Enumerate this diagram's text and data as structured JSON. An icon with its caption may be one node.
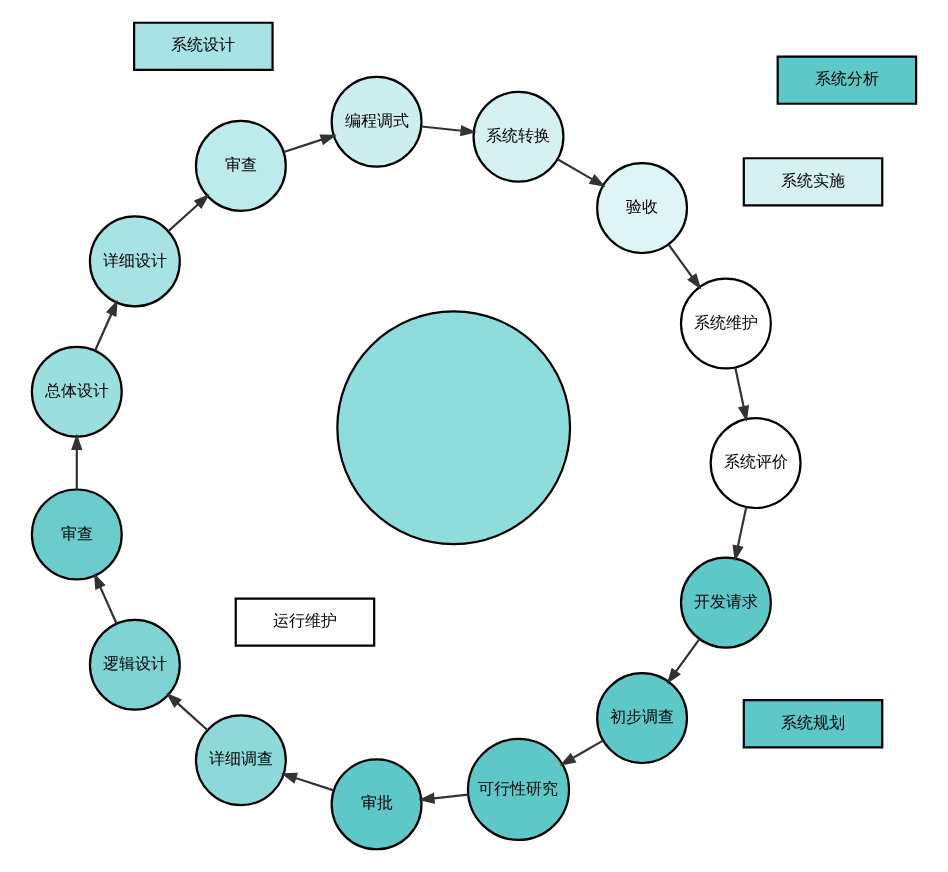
{
  "diagram": {
    "nodes": [
      {
        "text": [
          "开发请求"
        ]
      },
      {
        "text": [
          "初步调查"
        ]
      },
      {
        "text": [
          "可行性研究"
        ]
      },
      {
        "text": [
          "审批"
        ]
      },
      {
        "text": [
          "详细调查"
        ]
      },
      {
        "text": [
          "逻辑设计"
        ]
      },
      {
        "text": [
          "审查"
        ]
      },
      {
        "text": [
          "总体设计"
        ]
      },
      {
        "text": [
          "详细设计"
        ]
      },
      {
        "text": [
          "审查"
        ]
      },
      {
        "text": [
          "编程调式"
        ]
      },
      {
        "text": [
          "系统转换"
        ]
      },
      {
        "text": [
          "验收"
        ]
      },
      {
        "text": [
          "系统维护"
        ]
      },
      {
        "text": [
          "系统评价"
        ]
      },
      {
        "text": [],
        "shape": "circle"
      },
      {
        "text": [
          "运行维护"
        ]
      },
      {
        "text": [
          "系统规划"
        ]
      },
      {
        "text": [
          "系统实施"
        ]
      },
      {
        "text": [
          "系统分析"
        ]
      },
      {
        "text": [
          "系统设计"
        ]
      }
    ],
    "edges": [
      {
        "from": 0,
        "to": 1,
        "arrow": "to"
      },
      {
        "from": 1,
        "to": 2,
        "arrow": "to"
      },
      {
        "from": 2,
        "to": 3,
        "arrow": "to"
      },
      {
        "from": 3,
        "to": 4,
        "arrow": "to"
      },
      {
        "from": 4,
        "to": 5,
        "arrow": "to"
      },
      {
        "from": 5,
        "to": 6,
        "arrow": "to"
      },
      {
        "from": 6,
        "to": 7,
        "arrow": "to"
      },
      {
        "from": 7,
        "to": 8,
        "arrow": "to"
      },
      {
        "from": 8,
        "to": 9,
        "arrow": "to"
      },
      {
        "from": 9,
        "to": 10,
        "arrow": "to"
      },
      {
        "from": 10,
        "to": 11,
        "arrow": "to"
      },
      {
        "from": 11,
        "to": 12,
        "arrow": "to"
      },
      {
        "from": 12,
        "to": 13,
        "arrow": "to"
      },
      {
        "from": 13,
        "to": 14,
        "arrow": "to"
      },
      {
        "from": 14,
        "to": 0,
        "arrow": "to"
      }
    ]
  }
}
